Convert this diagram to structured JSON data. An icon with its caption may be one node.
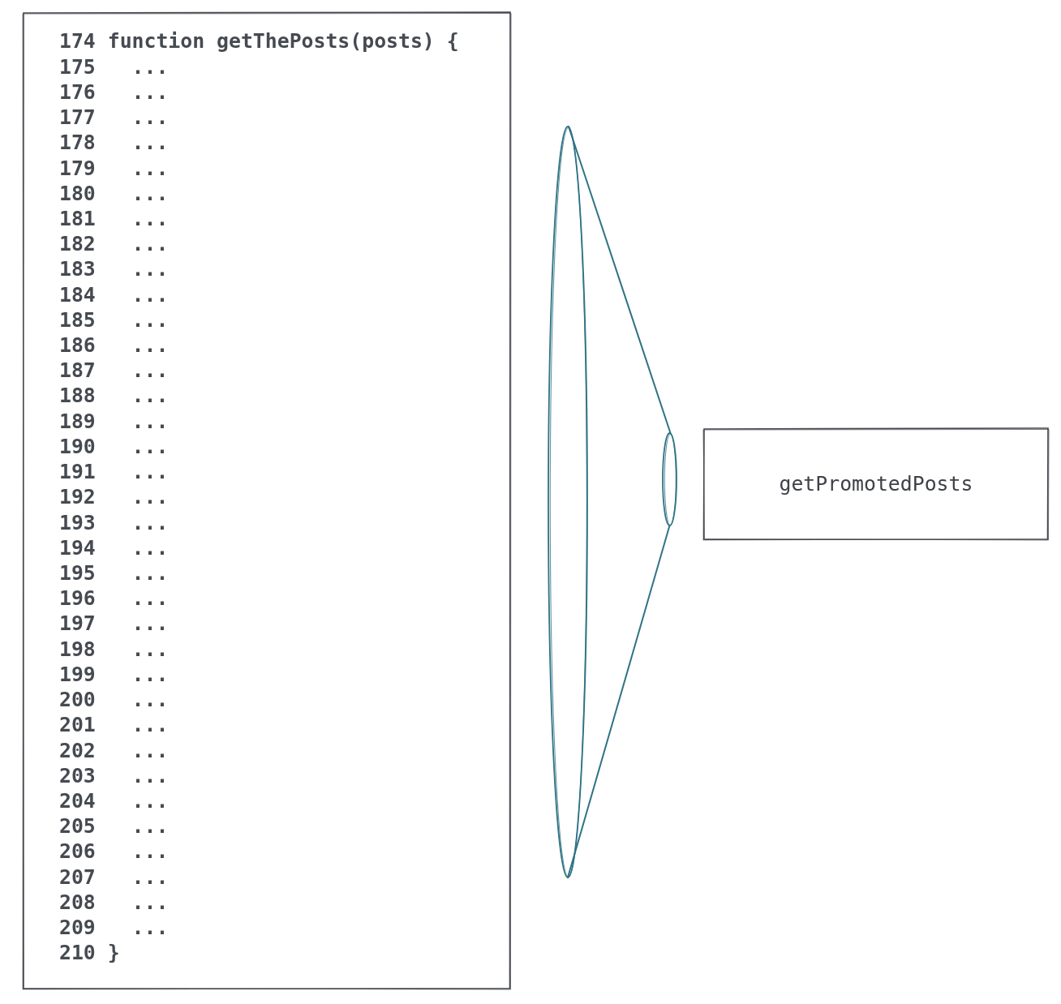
{
  "diagram": {
    "nodes": [
      {
        "text": [
          "174 function getThePosts(posts) {",
          "175   ...",
          "176   ...",
          "177   ...",
          "178   ...",
          "179   ...",
          "180   ...",
          "181   ...",
          "182   ...",
          "183   ...",
          "184   ...",
          "185   ...",
          "186   ...",
          "187   ...",
          "188   ...",
          "189   ...",
          "190   ...",
          "191   ...",
          "192   ...",
          "193   ...",
          "194   ...",
          "195   ...",
          "196   ...",
          "197   ...",
          "198   ...",
          "199   ...",
          "200   ...",
          "201   ...",
          "202   ...",
          "203   ...",
          "204   ...",
          "205   ...",
          "206   ...",
          "207   ...",
          "208   ...",
          "209   ...",
          "210 }"
        ]
      },
      {
        "text": [],
        "shape": "ellipse"
      },
      {
        "text": [],
        "shape": "ellipse"
      },
      {
        "text": [
          "getPromotedPosts"
        ]
      }
    ],
    "edges": [
      {
        "from": 1,
        "to": 2,
        "arrow": "none"
      },
      {
        "from": 1,
        "to": 2,
        "arrow": "none"
      }
    ]
  }
}
